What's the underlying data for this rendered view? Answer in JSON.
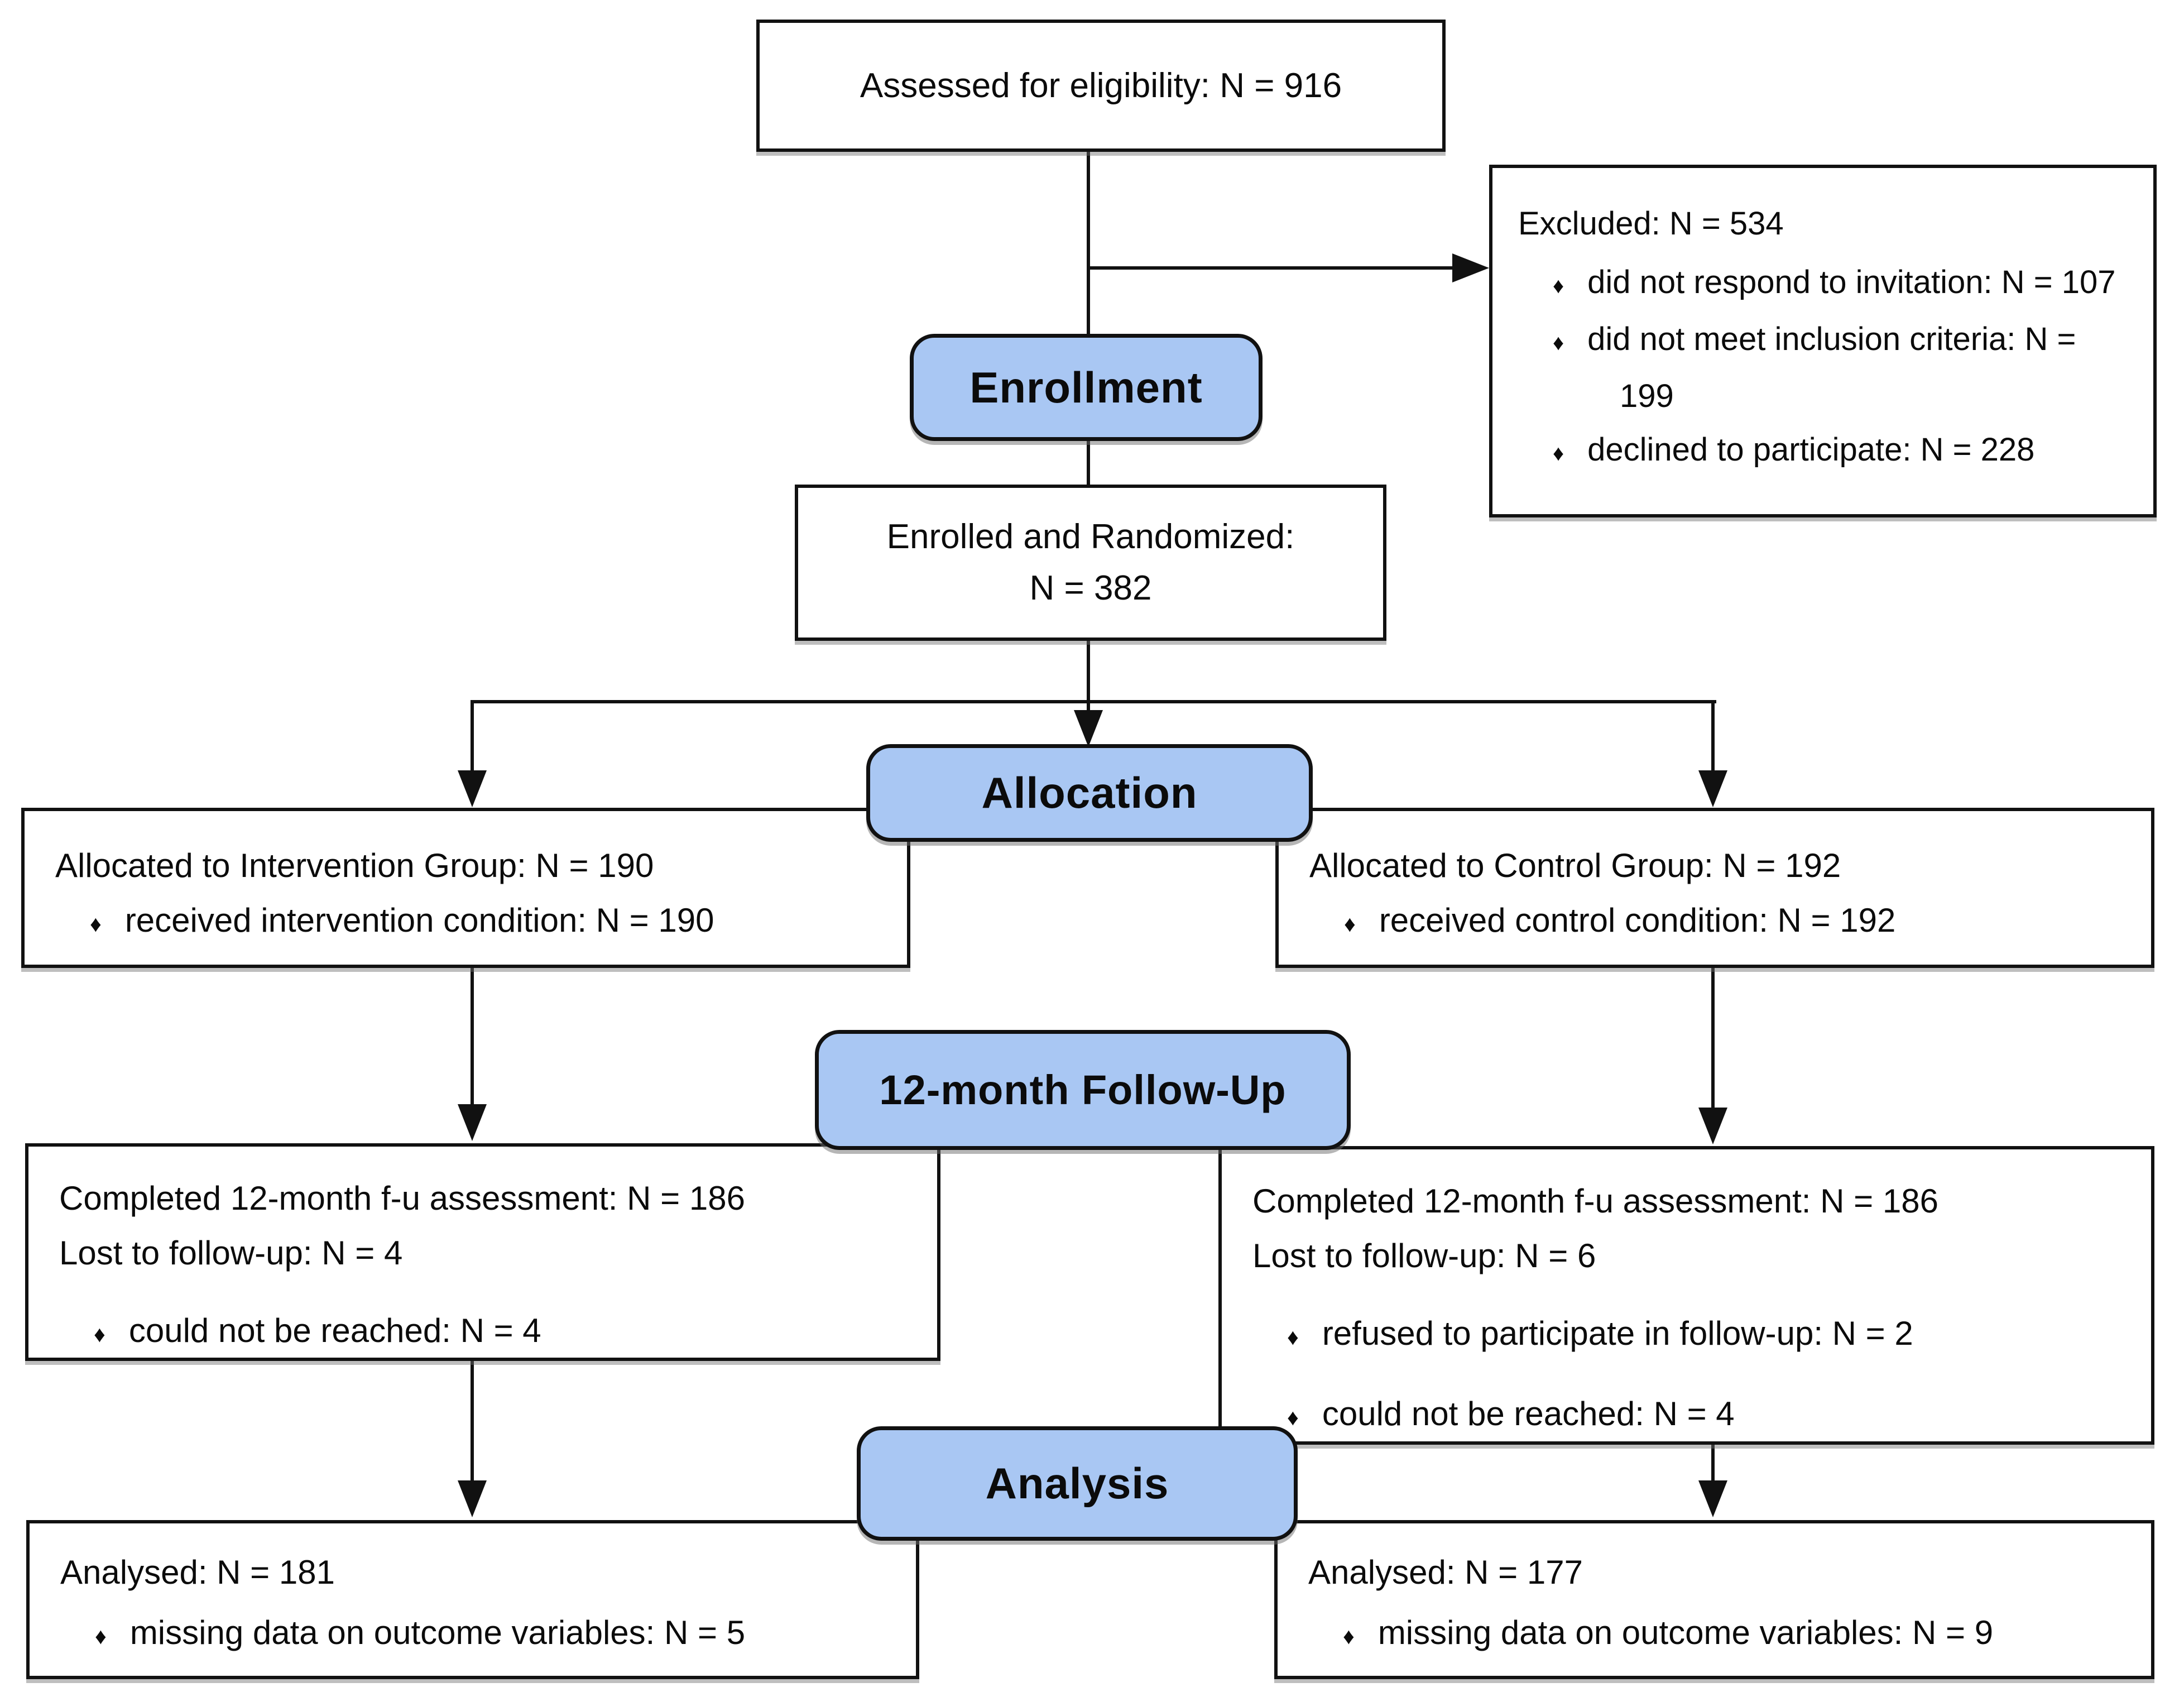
{
  "bullet": "♦",
  "colors": {
    "stage_fill": "#a9c7f3",
    "line_color": "#111111",
    "background": "#ffffff"
  },
  "stages": {
    "enrollment": "Enrollment",
    "allocation": "Allocation",
    "followup": "12-month Follow-Up",
    "analysis": "Analysis"
  },
  "boxes": {
    "assessed": {
      "text": "Assessed for eligibility: N = 916"
    },
    "excluded": {
      "title": "Excluded: N = 534",
      "bullets": [
        "did not respond to invitation: N = 107",
        "did not meet inclusion criteria: N = 199",
        "declined to participate: N = 228"
      ]
    },
    "enrolled": {
      "line1": "Enrolled and Randomized:",
      "line2": "N = 382"
    },
    "alloc_left": {
      "title": "Allocated to Intervention Group: N = 190",
      "bullets": [
        "received intervention condition: N = 190"
      ]
    },
    "alloc_right": {
      "title": "Allocated to Control Group: N = 192",
      "bullets": [
        "received control condition: N = 192"
      ]
    },
    "followup_left": {
      "line1": "Completed 12-month f-u assessment: N = 186",
      "line2": "Lost to follow-up: N = 4",
      "bullets": [
        "could not be reached: N = 4"
      ]
    },
    "followup_right": {
      "line1": "Completed 12-month f-u assessment: N = 186",
      "line2": "Lost to follow-up: N = 6",
      "bullets": [
        "refused to participate in follow-up: N = 2",
        "could not be reached: N = 4"
      ]
    },
    "analysis_left": {
      "title": "Analysed: N = 181",
      "bullets": [
        "missing data on outcome variables: N = 5"
      ]
    },
    "analysis_right": {
      "title": "Analysed: N = 177",
      "bullets": [
        "missing data on outcome variables: N = 9"
      ]
    }
  }
}
